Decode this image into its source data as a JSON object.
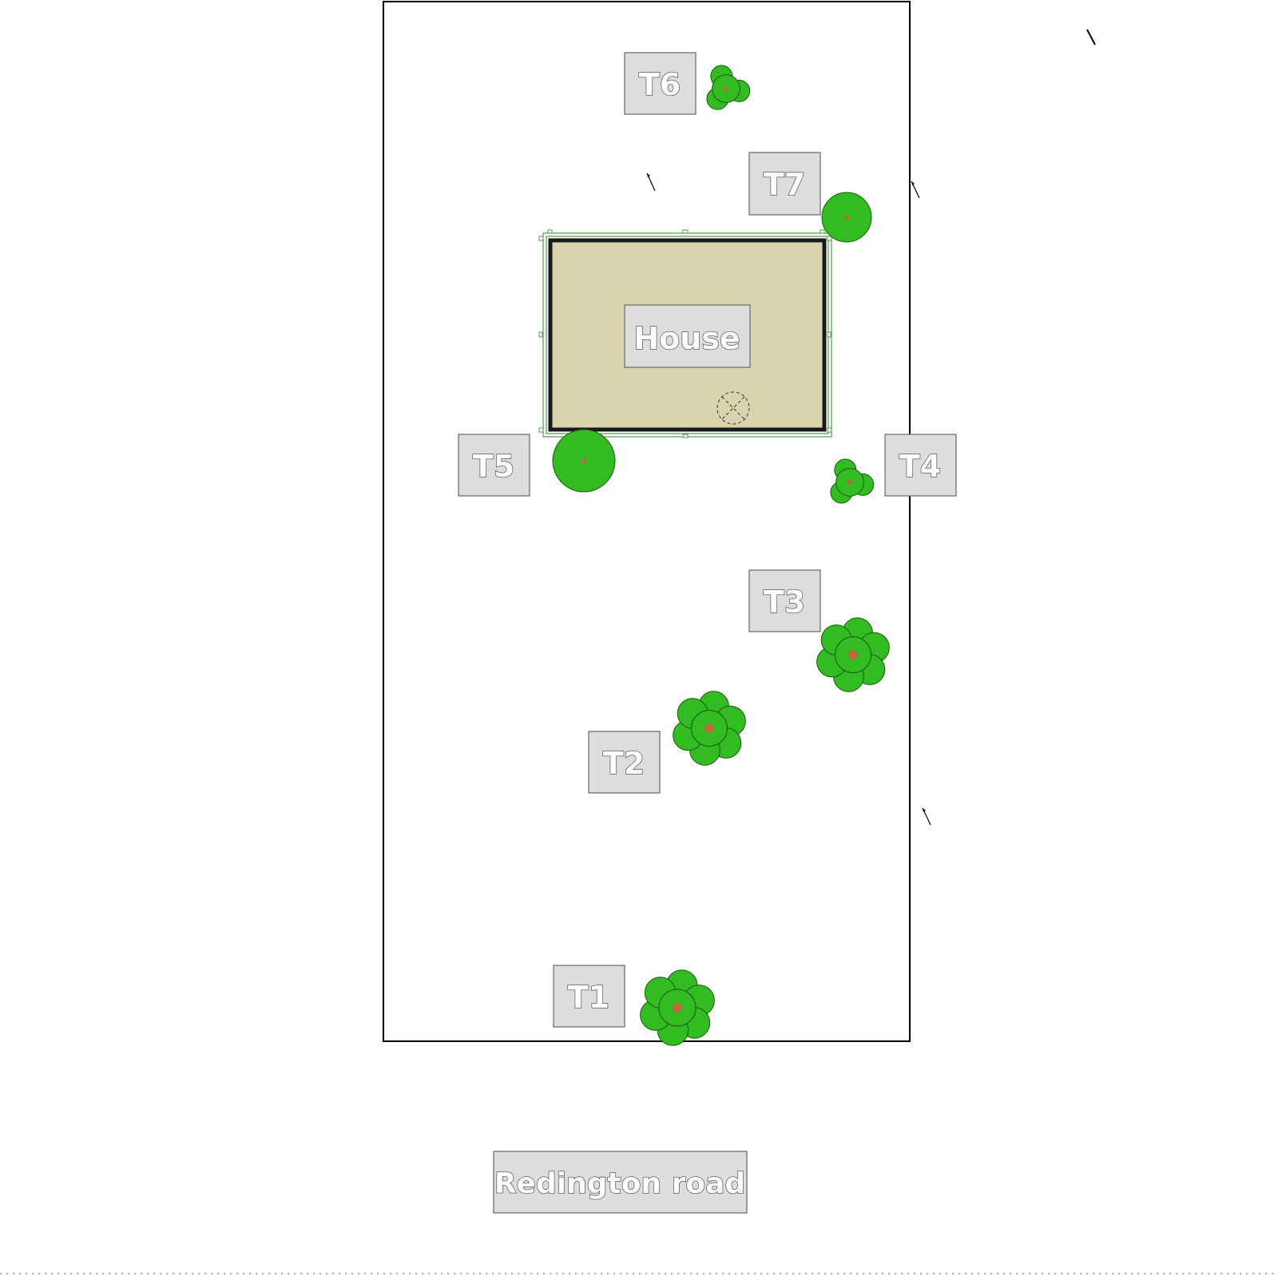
{
  "colors": {
    "plot_border": "#000000",
    "house_fill": "#d9d4ad",
    "house_wall": "#1a1a1a",
    "house_outline": "#4f9a4f",
    "tree_fill": "#33bb22",
    "tree_stroke": "#1a5a10",
    "trunk": "#b86a3c",
    "label_fill": "#dddddd",
    "label_stroke": "#666666"
  },
  "labels": {
    "house": "House",
    "road": "Redington road",
    "trees": [
      "T1",
      "T2",
      "T3",
      "T4",
      "T5",
      "T6",
      "T7"
    ]
  },
  "trees": [
    {
      "id": "T1",
      "shape": "cluster",
      "petals": 6
    },
    {
      "id": "T2",
      "shape": "cluster",
      "petals": 6
    },
    {
      "id": "T3",
      "shape": "cluster",
      "petals": 6
    },
    {
      "id": "T4",
      "shape": "trio",
      "petals": 3
    },
    {
      "id": "T5",
      "shape": "single",
      "petals": 0
    },
    {
      "id": "T6",
      "shape": "trio",
      "petals": 3
    },
    {
      "id": "T7",
      "shape": "single",
      "petals": 0
    }
  ],
  "icons": [
    "tree-icon",
    "inspection-chamber-icon",
    "north-tick-icon"
  ]
}
